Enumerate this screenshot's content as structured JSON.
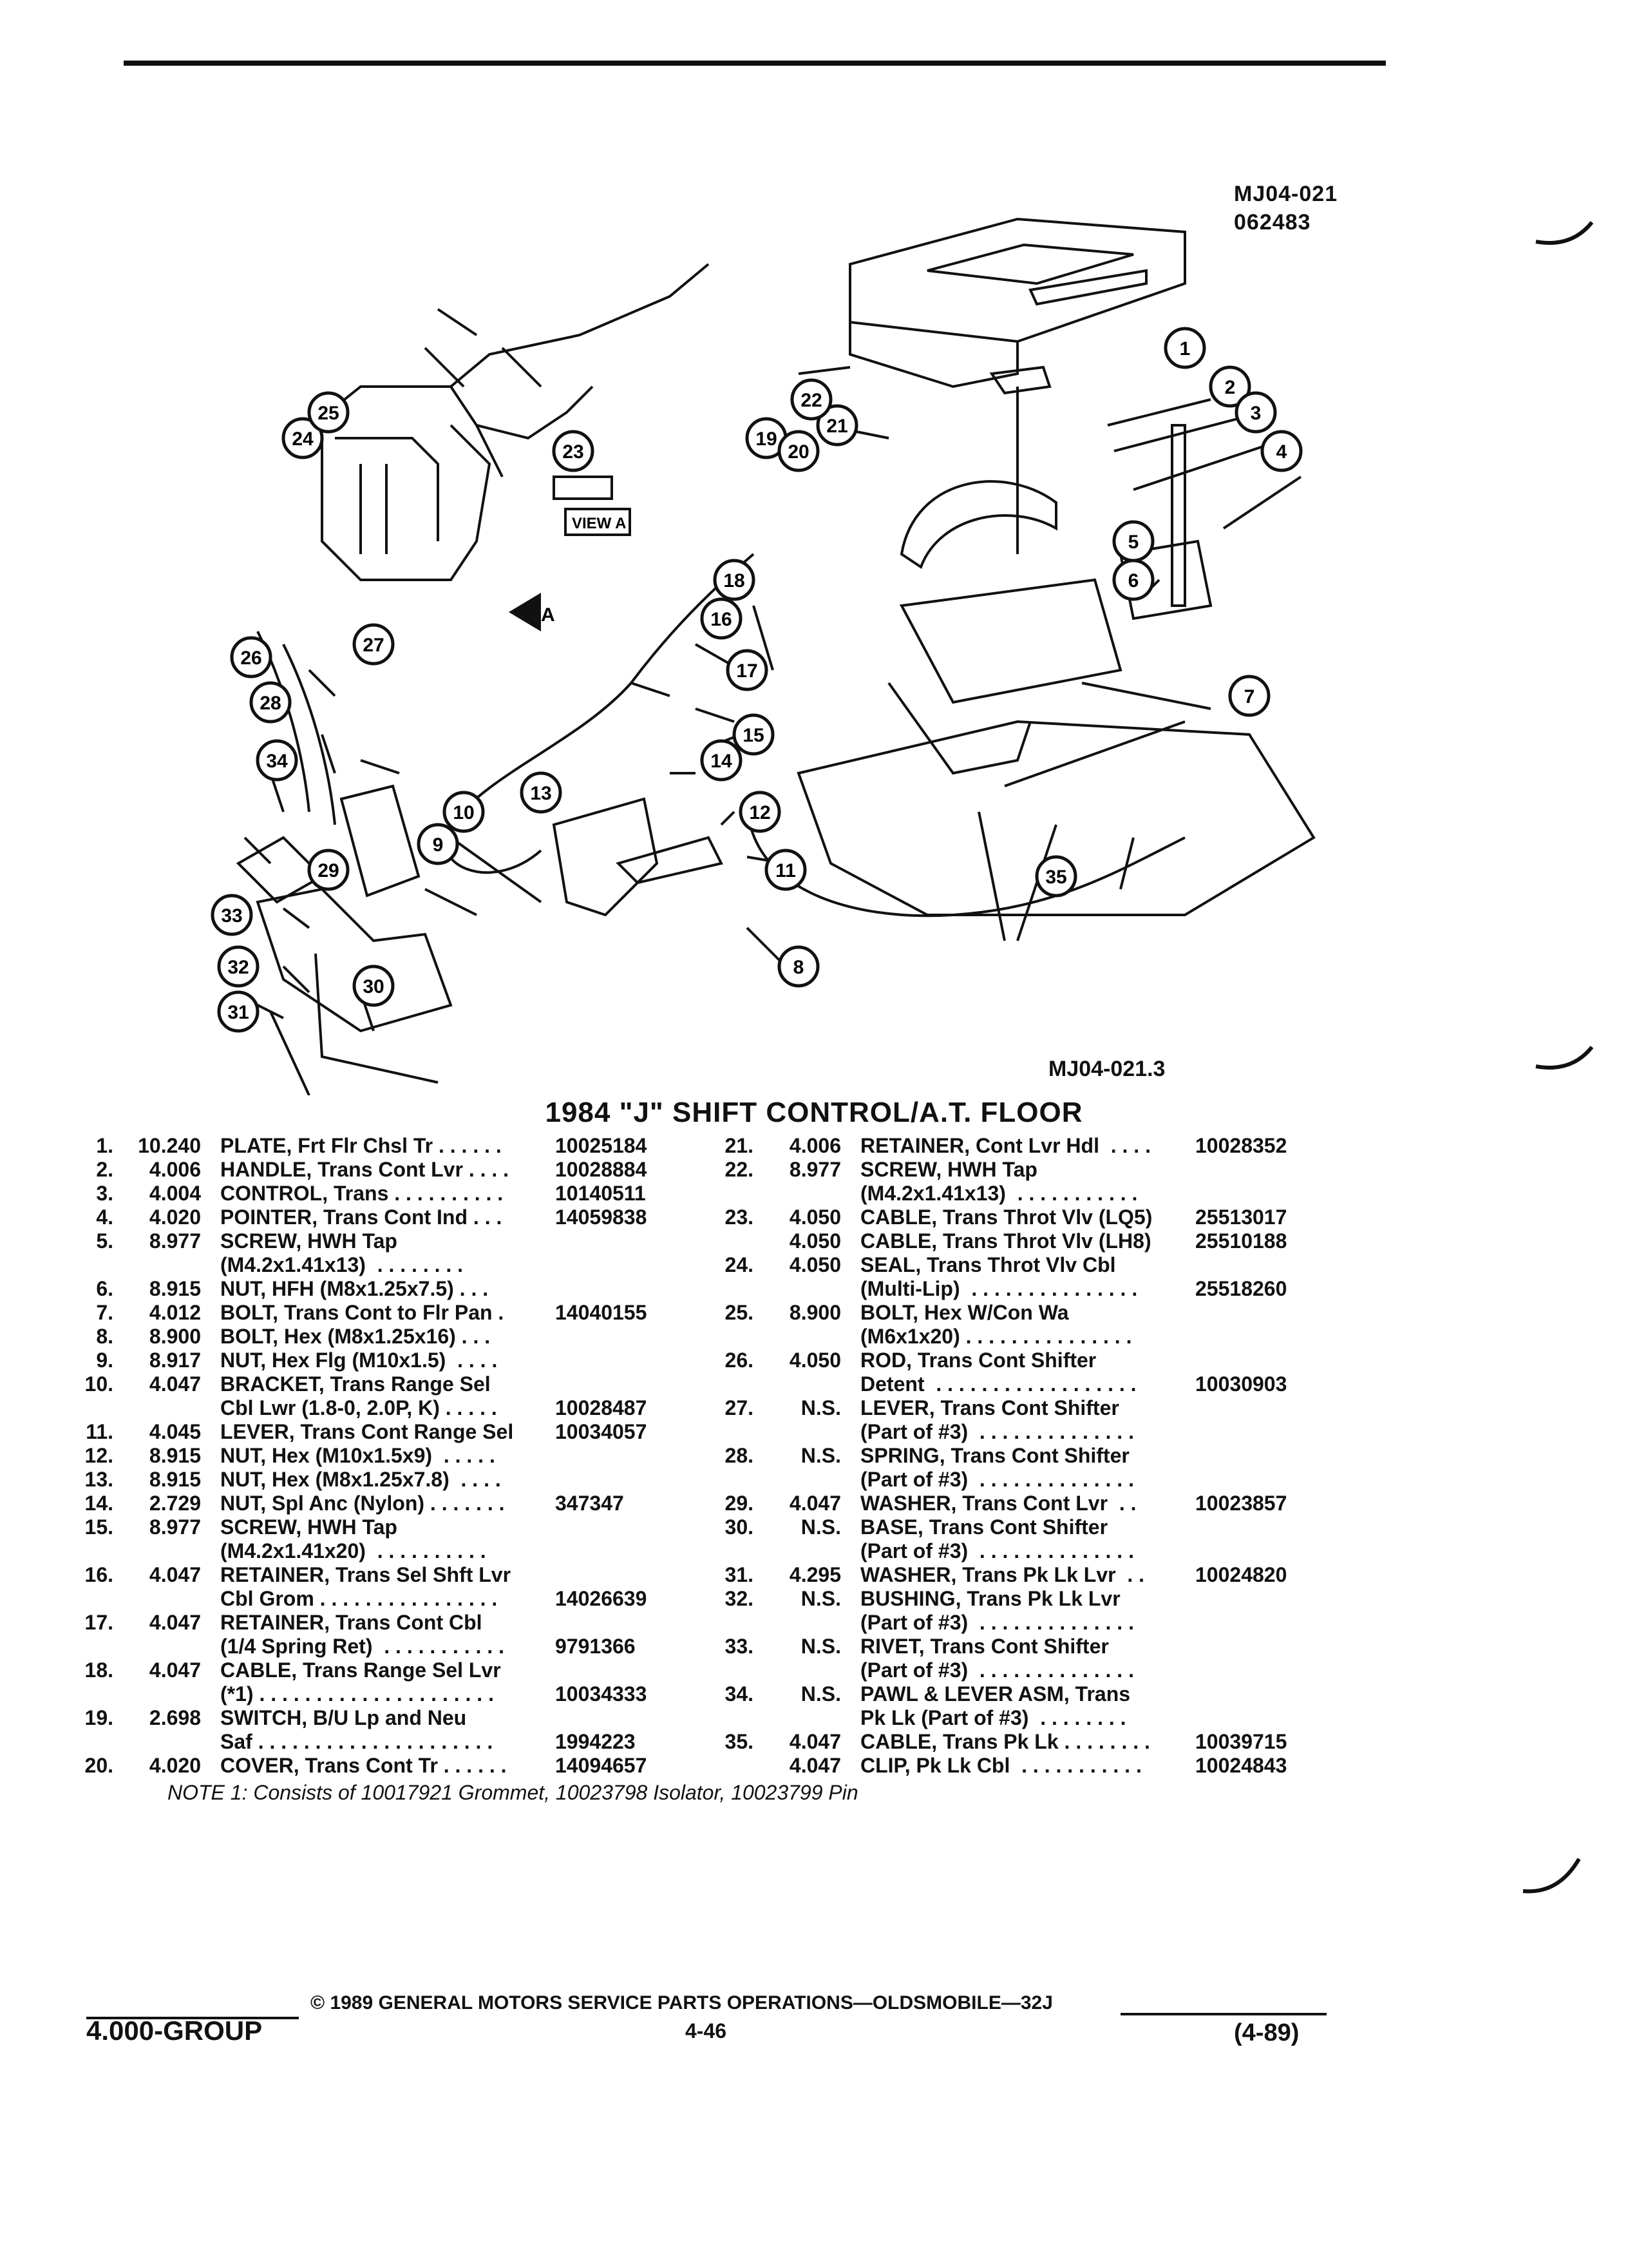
{
  "header": {
    "fig_code": "MJ04-021",
    "fig_date": "062483"
  },
  "diagram": {
    "view_label": "VIEW A",
    "view_arrow_label": "A",
    "ref_code": "MJ04-021.3",
    "callouts": [
      "1",
      "2",
      "3",
      "4",
      "5",
      "6",
      "7",
      "8",
      "9",
      "10",
      "11",
      "12",
      "13",
      "14",
      "15",
      "16",
      "17",
      "18",
      "19",
      "20",
      "21",
      "22",
      "23",
      "24",
      "25",
      "26",
      "27",
      "28",
      "29",
      "30",
      "31",
      "32",
      "33",
      "34",
      "35"
    ]
  },
  "title": "1984 \"J\" SHIFT CONTROL/A.T. FLOOR",
  "parts_left": [
    {
      "num": "1.",
      "grp": "10.240",
      "desc": "PLATE, Frt Flr Chsl Tr . . . . . .",
      "pn": "10025184"
    },
    {
      "num": "2.",
      "grp": "4.006",
      "desc": "HANDLE, Trans Cont Lvr . . . .",
      "pn": "10028884"
    },
    {
      "num": "3.",
      "grp": "4.004",
      "desc": "CONTROL, Trans . . . . . . . . . .",
      "pn": "10140511"
    },
    {
      "num": "4.",
      "grp": "4.020",
      "desc": "POINTER, Trans Cont Ind . . .",
      "pn": "14059838"
    },
    {
      "num": "5.",
      "grp": "8.977",
      "desc": "SCREW, HWH Tap",
      "pn": ""
    },
    {
      "num": "",
      "grp": "",
      "desc": "(M4.2x1.41x13)  . . . . . . . .",
      "pn": ""
    },
    {
      "num": "6.",
      "grp": "8.915",
      "desc": "NUT, HFH (M8x1.25x7.5) . . .",
      "pn": ""
    },
    {
      "num": "7.",
      "grp": "4.012",
      "desc": "BOLT, Trans Cont to Flr Pan .",
      "pn": "14040155"
    },
    {
      "num": "8.",
      "grp": "8.900",
      "desc": "BOLT, Hex (M8x1.25x16) . . .",
      "pn": ""
    },
    {
      "num": "9.",
      "grp": "8.917",
      "desc": "NUT, Hex Flg (M10x1.5)  . . . .",
      "pn": ""
    },
    {
      "num": "10.",
      "grp": "4.047",
      "desc": "BRACKET, Trans Range Sel",
      "pn": ""
    },
    {
      "num": "",
      "grp": "",
      "desc": "Cbl Lwr (1.8-0, 2.0P, K) . . . . .",
      "pn": "10028487"
    },
    {
      "num": "11.",
      "grp": "4.045",
      "desc": "LEVER, Trans Cont Range Sel",
      "pn": "10034057"
    },
    {
      "num": "12.",
      "grp": "8.915",
      "desc": "NUT, Hex (M10x1.5x9)  . . . . .",
      "pn": ""
    },
    {
      "num": "13.",
      "grp": "8.915",
      "desc": "NUT, Hex (M8x1.25x7.8)  . . . .",
      "pn": ""
    },
    {
      "num": "14.",
      "grp": "2.729",
      "desc": "NUT, Spl Anc (Nylon) . . . . . . .",
      "pn": "347347"
    },
    {
      "num": "15.",
      "grp": "8.977",
      "desc": "SCREW, HWH Tap",
      "pn": ""
    },
    {
      "num": "",
      "grp": "",
      "desc": "(M4.2x1.41x20)  . . . . . . . . . .",
      "pn": ""
    },
    {
      "num": "16.",
      "grp": "4.047",
      "desc": "RETAINER, Trans Sel Shft Lvr",
      "pn": ""
    },
    {
      "num": "",
      "grp": "",
      "desc": "Cbl Grom . . . . . . . . . . . . . . . .",
      "pn": "14026639"
    },
    {
      "num": "17.",
      "grp": "4.047",
      "desc": "RETAINER, Trans Cont Cbl",
      "pn": ""
    },
    {
      "num": "",
      "grp": "",
      "desc": "(1/4 Spring Ret)  . . . . . . . . . . .",
      "pn": "9791366"
    },
    {
      "num": "18.",
      "grp": "4.047",
      "desc": "CABLE, Trans Range Sel Lvr",
      "pn": ""
    },
    {
      "num": "",
      "grp": "",
      "desc": "(*1) . . . . . . . . . . . . . . . . . . . . .",
      "pn": "10034333"
    },
    {
      "num": "19.",
      "grp": "2.698",
      "desc": "SWITCH, B/U Lp and Neu",
      "pn": ""
    },
    {
      "num": "",
      "grp": "",
      "desc": "Saf . . . . . . . . . . . . . . . . . . . . .",
      "pn": "1994223"
    },
    {
      "num": "20.",
      "grp": "4.020",
      "desc": "COVER, Trans Cont Tr . . . . . .",
      "pn": "14094657"
    }
  ],
  "parts_right": [
    {
      "num": "21.",
      "grp": "4.006",
      "desc": "RETAINER, Cont Lvr Hdl  . . . .",
      "pn": "10028352"
    },
    {
      "num": "22.",
      "grp": "8.977",
      "desc": "SCREW, HWH Tap",
      "pn": ""
    },
    {
      "num": "",
      "grp": "",
      "desc": "(M4.2x1.41x13)  . . . . . . . . . . .",
      "pn": ""
    },
    {
      "num": "23.",
      "grp": "4.050",
      "desc": "CABLE, Trans Throt Vlv (LQ5)",
      "pn": "25513017"
    },
    {
      "num": "",
      "grp": "4.050",
      "desc": "CABLE, Trans Throt Vlv (LH8)",
      "pn": "25510188"
    },
    {
      "num": "24.",
      "grp": "4.050",
      "desc": "SEAL, Trans Throt Vlv Cbl",
      "pn": ""
    },
    {
      "num": "",
      "grp": "",
      "desc": "(Multi-Lip)  . . . . . . . . . . . . . . .",
      "pn": "25518260"
    },
    {
      "num": "25.",
      "grp": "8.900",
      "desc": "BOLT, Hex W/Con Wa",
      "pn": ""
    },
    {
      "num": "",
      "grp": "",
      "desc": "(M6x1x20) . . . . . . . . . . . . . . .",
      "pn": ""
    },
    {
      "num": "26.",
      "grp": "4.050",
      "desc": "ROD, Trans Cont Shifter",
      "pn": ""
    },
    {
      "num": "",
      "grp": "",
      "desc": "Detent  . . . . . . . . . . . . . . . . . .",
      "pn": "10030903"
    },
    {
      "num": "27.",
      "grp": "N.S.",
      "desc": "LEVER, Trans Cont Shifter",
      "pn": ""
    },
    {
      "num": "",
      "grp": "",
      "desc": "(Part of #3)  . . . . . . . . . . . . . .",
      "pn": ""
    },
    {
      "num": "28.",
      "grp": "N.S.",
      "desc": "SPRING, Trans Cont Shifter",
      "pn": ""
    },
    {
      "num": "",
      "grp": "",
      "desc": "(Part of #3)  . . . . . . . . . . . . . .",
      "pn": ""
    },
    {
      "num": "29.",
      "grp": "4.047",
      "desc": "WASHER, Trans Cont Lvr  . .",
      "pn": "10023857"
    },
    {
      "num": "30.",
      "grp": "N.S.",
      "desc": "BASE, Trans Cont Shifter",
      "pn": ""
    },
    {
      "num": "",
      "grp": "",
      "desc": "(Part of #3)  . . . . . . . . . . . . . .",
      "pn": ""
    },
    {
      "num": "31.",
      "grp": "4.295",
      "desc": "WASHER, Trans Pk Lk Lvr  . .",
      "pn": "10024820"
    },
    {
      "num": "32.",
      "grp": "N.S.",
      "desc": "BUSHING, Trans Pk Lk Lvr",
      "pn": ""
    },
    {
      "num": "",
      "grp": "",
      "desc": "(Part of #3)  . . . . . . . . . . . . . .",
      "pn": ""
    },
    {
      "num": "33.",
      "grp": "N.S.",
      "desc": "RIVET, Trans Cont Shifter",
      "pn": ""
    },
    {
      "num": "",
      "grp": "",
      "desc": "(Part of #3)  . . . . . . . . . . . . . .",
      "pn": ""
    },
    {
      "num": "34.",
      "grp": "N.S.",
      "desc": "PAWL & LEVER ASM, Trans",
      "pn": ""
    },
    {
      "num": "",
      "grp": "",
      "desc": "Pk Lk (Part of #3)  . . . . . . . .",
      "pn": ""
    },
    {
      "num": "35.",
      "grp": "4.047",
      "desc": "CABLE, Trans Pk Lk . . . . . . . .",
      "pn": "10039715"
    },
    {
      "num": "",
      "grp": "4.047",
      "desc": "CLIP, Pk Lk Cbl  . . . . . . . . . . .",
      "pn": "10024843"
    }
  ],
  "note": "NOTE 1: Consists of 10017921 Grommet, 10023798 Isolator, 10023799 Pin",
  "footer": {
    "group": "4.000-GROUP",
    "copyright": "© 1989 GENERAL MOTORS SERVICE PARTS OPERATIONS—OLDSMOBILE—32J",
    "page": "4-46",
    "date": "(4-89)"
  }
}
